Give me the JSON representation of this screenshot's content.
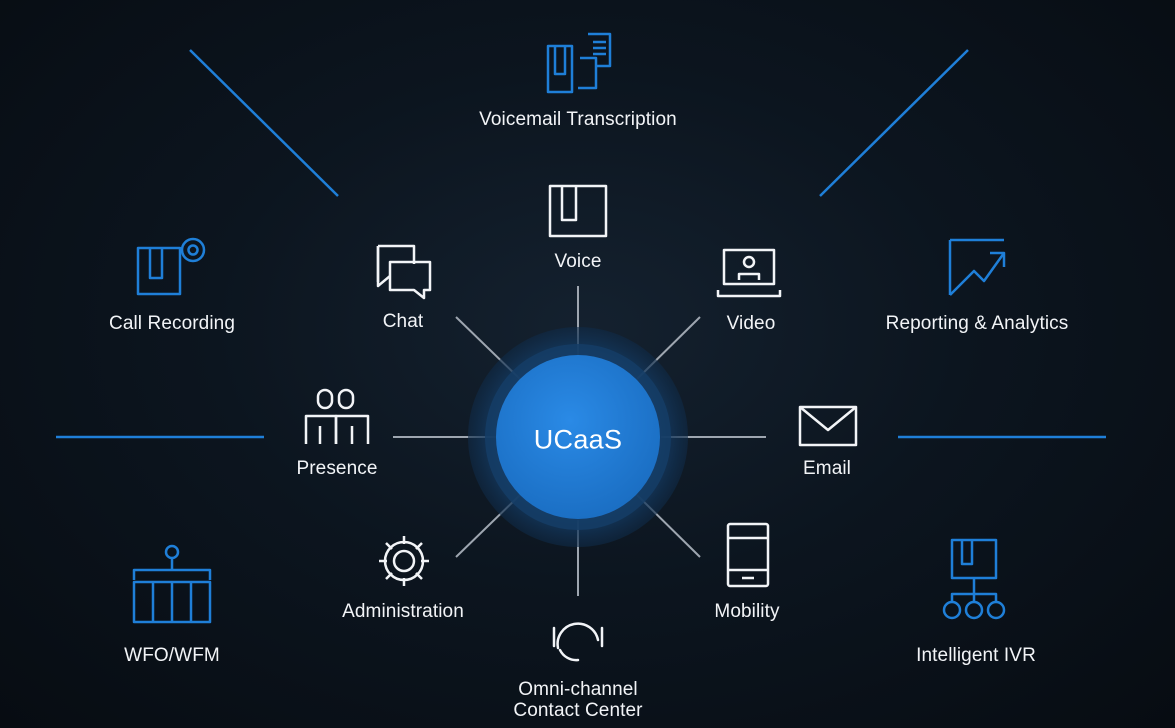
{
  "hub": {
    "label": "UCaaS"
  },
  "nodes": [
    {
      "id": "voicemail",
      "label": "Voicemail Transcription",
      "icon": "voicemail-transcription-icon"
    },
    {
      "id": "voice",
      "label": "Voice",
      "icon": "phone-icon"
    },
    {
      "id": "chat",
      "label": "Chat",
      "icon": "chat-bubbles-icon"
    },
    {
      "id": "video",
      "label": "Video",
      "icon": "laptop-video-icon"
    },
    {
      "id": "call-recording",
      "label": "Call Recording",
      "icon": "call-recording-icon"
    },
    {
      "id": "reporting",
      "label": "Reporting & Analytics",
      "icon": "trend-arrow-icon"
    },
    {
      "id": "presence",
      "label": "Presence",
      "icon": "people-icon"
    },
    {
      "id": "email",
      "label": "Email",
      "icon": "envelope-icon"
    },
    {
      "id": "administration",
      "label": "Administration",
      "icon": "gear-icon"
    },
    {
      "id": "mobility",
      "label": "Mobility",
      "icon": "smartphone-icon"
    },
    {
      "id": "omni",
      "label": "Omni-channel\nContact Center",
      "icon": "headset-icon"
    },
    {
      "id": "wfo",
      "label": "WFO/WFM",
      "icon": "workforce-icon"
    },
    {
      "id": "ivr",
      "label": "Intelligent IVR",
      "icon": "ivr-tree-icon"
    }
  ],
  "colors": {
    "background": "#0b131c",
    "accent_blue": "#1f7fd8",
    "hub_fill": "#1e78cf",
    "spoke_gray": "#9ea6b0",
    "text": "#f2f4f7"
  }
}
